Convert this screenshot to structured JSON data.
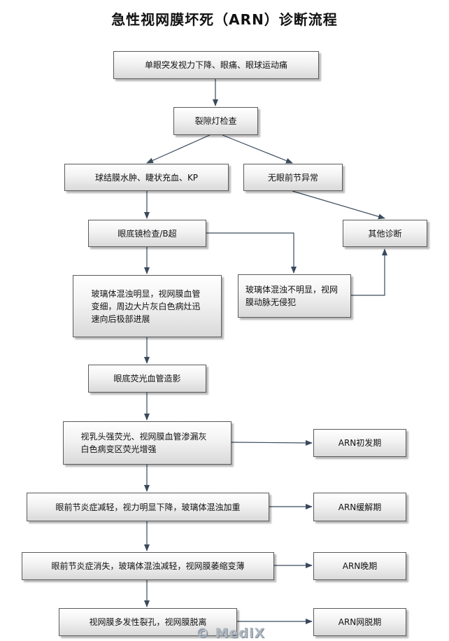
{
  "title": "急性视网膜坏死（ARN）诊断流程",
  "nodes": {
    "symptoms": "单眼突发视力下降、眼痛、眼球运动痛",
    "slit_lamp": "裂隙灯检查",
    "anterior_findings": "球结膜水肿、睫状充血、KP",
    "no_anterior_abnormality": "无眼前节异常",
    "other_diagnosis": "其他诊断",
    "fundus_bscan": "眼底镜检查/B超",
    "vitreous_obvious": "玻璃体混浊明显，视网膜血管变细，周边大片灰白色病灶迅速向后极部进展",
    "vitreous_not_obvious": "玻璃体混浊不明显，视网膜动脉无侵犯",
    "ffa": "眼底荧光血管造影",
    "ffa_findings": "视乳头强荧光、视网膜血管渗漏灰白色病变区荧光增强",
    "arn_early": "ARN初发期",
    "remission_findings": "眼前节炎症减轻，视力明显下降，玻璃体混浊加重",
    "arn_remission": "ARN缓解期",
    "late_findings": "眼前节炎症消失，玻璃体混浊减轻，视网膜萎缩变薄",
    "arn_late": "ARN晚期",
    "detachment_findings": "视网膜多发性裂孔，视网膜脱离",
    "arn_detachment": "ARN网脱期"
  },
  "watermark": "© MediX",
  "colors": {
    "edge": "#3a4a5c",
    "box_border": "#5a5a5a"
  }
}
